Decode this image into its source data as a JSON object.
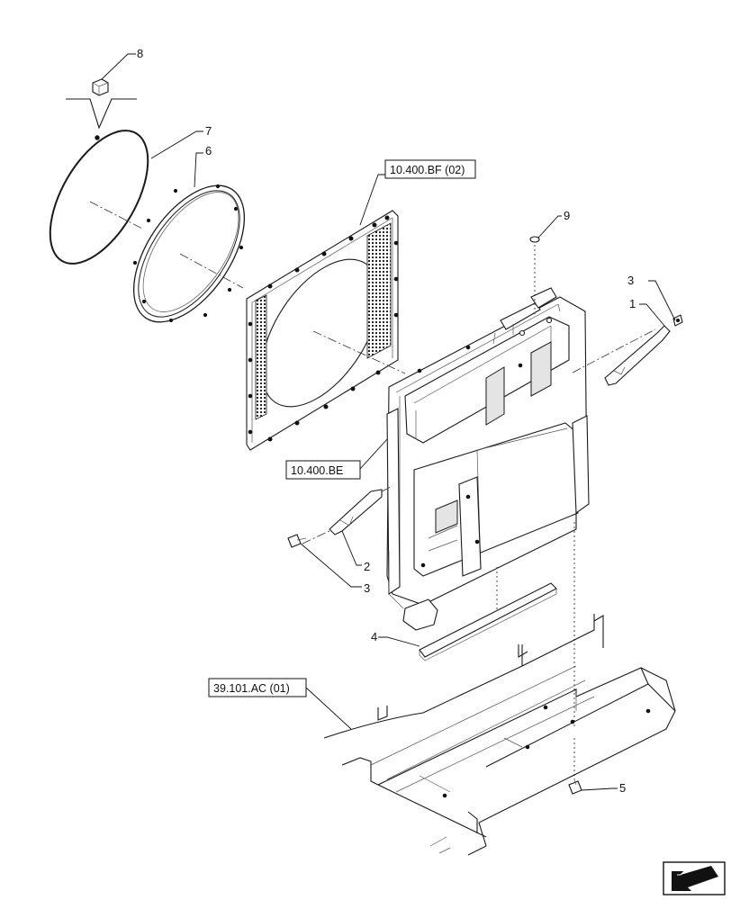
{
  "callouts": {
    "c1": "1",
    "c2": "2",
    "c3a": "3",
    "c3b": "3",
    "c4": "4",
    "c5": "5",
    "c6": "6",
    "c7": "7",
    "c8": "8",
    "c9": "9"
  },
  "references": {
    "shroud": "10.400.BF (02)",
    "radiator": "10.400.BE",
    "frame": "39.101.AC (01)"
  },
  "icons": {
    "nav": "next-page-arrow-icon"
  },
  "colors": {
    "line": "#1a1a1a",
    "background": "#ffffff"
  }
}
